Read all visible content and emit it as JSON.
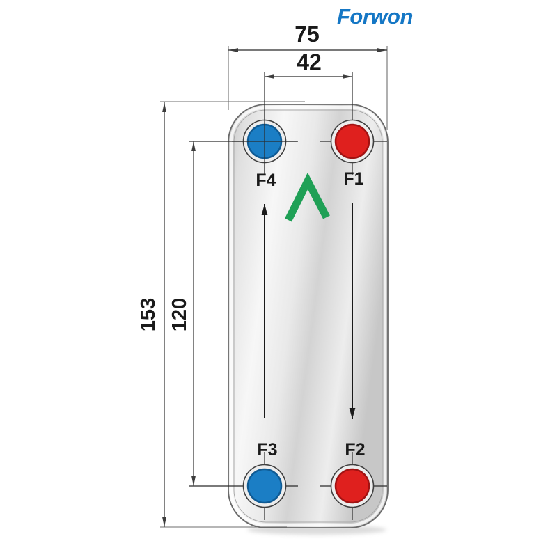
{
  "logo": {
    "text": "Forwon",
    "color": "#1577c5"
  },
  "drawing_type": "plate-heat-exchanger-dimension-drawing",
  "dimensions": {
    "overall_width": "75",
    "port_spacing_horizontal": "42",
    "overall_height": "153",
    "port_spacing_vertical": "120"
  },
  "ports": [
    {
      "label": "F4",
      "position": "top-left",
      "color": "#1b7ec5",
      "color_name": "blue"
    },
    {
      "label": "F1",
      "position": "top-right",
      "color": "#df201e",
      "color_name": "red"
    },
    {
      "label": "F3",
      "position": "bottom-left",
      "color": "#1b7ec5",
      "color_name": "blue"
    },
    {
      "label": "F2",
      "position": "bottom-right",
      "color": "#df201e",
      "color_name": "red"
    }
  ],
  "flow": {
    "left_channel": "up",
    "right_channel": "down"
  },
  "colors": {
    "port_blue": "#1b7ec5",
    "port_red": "#df201e",
    "chevron_green": "#1fa056",
    "logo_blue": "#1577c5",
    "dimension_line": "#4d4d4d"
  }
}
